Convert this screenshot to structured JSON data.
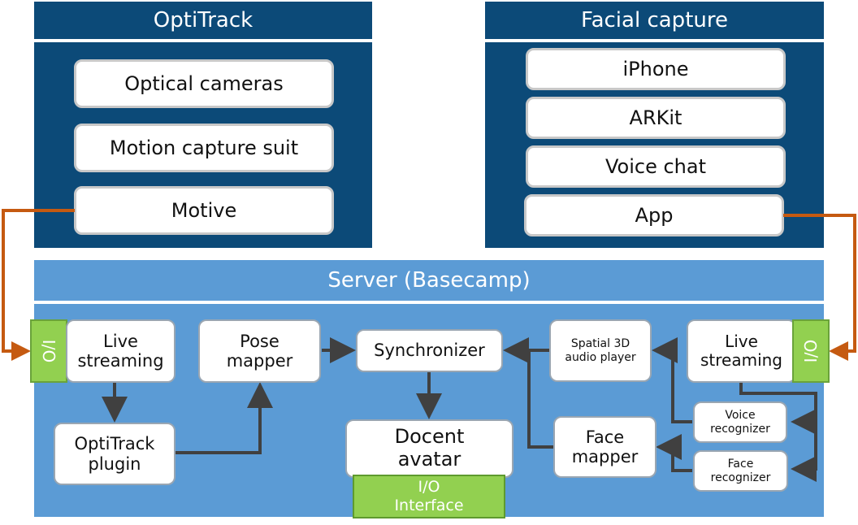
{
  "optitrack": {
    "title": "OptiTrack",
    "items": [
      "Optical cameras",
      "Motion capture suit",
      "Motive"
    ]
  },
  "facial": {
    "title": "Facial capture",
    "items": [
      "iPhone",
      "ARKit",
      "Voice chat",
      "App"
    ]
  },
  "server": {
    "title": "Server (Basecamp)",
    "io_left": "I/O",
    "io_right": "I/O",
    "live_streaming_left": "Live\nstreaming",
    "live_streaming_right": "Live\nstreaming",
    "optitrack_plugin": "OptiTrack\nplugin",
    "pose_mapper": "Pose\nmapper",
    "synchronizer": "Synchronizer",
    "docent_avatar": "Docent\navatar",
    "interface_io": "I/O",
    "interface_label": "Interface",
    "spatial_audio": "Spatial 3D\naudio player",
    "face_mapper": "Face\nmapper",
    "voice_recognizer": "Voice\nrecognizer",
    "face_recognizer": "Face\nrecognizer"
  },
  "colors": {
    "panel_dark": "#0c4a78",
    "server_blue": "#5b9bd5",
    "io_green": "#92d050",
    "link_orange": "#c55a11",
    "arrow_dark": "#404040"
  }
}
